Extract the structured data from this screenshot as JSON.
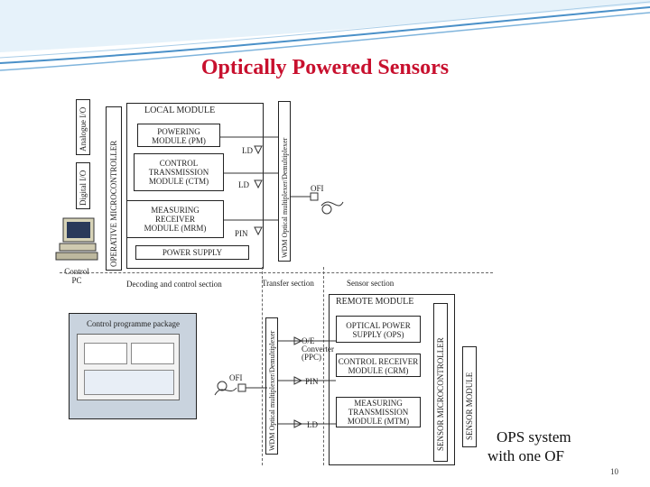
{
  "slide": {
    "title": "Optically Powered  Sensors",
    "caption_line1": "OPS system",
    "caption_line2": "with one OF",
    "page_number": "10"
  },
  "local_module": {
    "header": "LOCAL  MODULE",
    "powering": "POWERING MODULE (PM)",
    "ctm_line1": "CONTROL",
    "ctm_line2": "TRANSMISSION",
    "ctm_line3": "MODULE (CTM)",
    "mrm_line1": "MEASURING",
    "mrm_line2": "RECEIVER",
    "mrm_line3": "MODULE (MRM)",
    "power_supply": "POWER SUPPLY",
    "microcontroller": "OPERATIVE  MICROCONTROLLER",
    "analogue_io": "Analogue I/O",
    "digital_io": "Digital I/O",
    "wdm": "WDM Optical multiplexer/Demultiplexer",
    "ld1": "LD",
    "ld2": "LD",
    "pin": "PIN",
    "ofi": "OFI"
  },
  "sections": {
    "control_pc": "Control PC",
    "decoding": "Decoding and control section",
    "transfer": "Transfer section",
    "sensor": "Sensor section",
    "control_package": "Control programme package"
  },
  "remote_module": {
    "header": "REMOTE  MODULE",
    "ops_line1": "OPTICAL POWER",
    "ops_line2": "SUPPLY (OPS)",
    "converter_line1": "O/E",
    "converter_line2": "Converter",
    "converter_line3": "(PPC)",
    "crm_line1": "CONTROL RECEIVER",
    "crm_line2": "MODULE (CRM)",
    "mtm_line1": "MEASURING",
    "mtm_line2": "TRANSMISSION",
    "mtm_line3": "MODULE (MTM)",
    "pin": "PIN",
    "ld": "LD",
    "ofi": "OFI",
    "wdm": "WDM Optical multiplexer/Demultiplexer",
    "sensor_micro": "SENSOR MICROCONTROLLER",
    "sensor_module": "SENSOR MODULE"
  }
}
